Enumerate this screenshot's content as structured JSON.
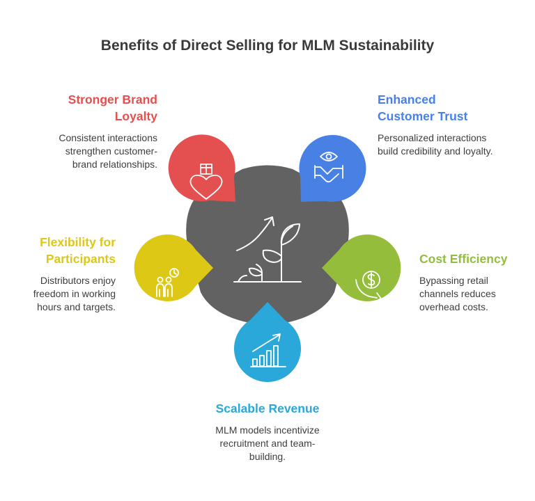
{
  "title": "Benefits of Direct Selling for MLM Sustainability",
  "colors": {
    "hub": "#626262",
    "red": "#e3504f",
    "blue": "#4880e3",
    "yellow": "#dcc815",
    "green": "#93bd3b",
    "cyan": "#29a8d9",
    "text": "#3d3d3d"
  },
  "benefits": [
    {
      "heading": "Stronger Brand Loyalty",
      "description": "Consistent interactions strengthen customer-brand relationships.",
      "icon": "heart-gift-icon",
      "color": "red"
    },
    {
      "heading": "Enhanced Customer Trust",
      "description": "Personalized interactions build credibility and loyalty.",
      "icon": "eye-handshake-icon",
      "color": "blue"
    },
    {
      "heading": "Flexibility for Participants",
      "description": "Distributors enjoy freedom in working hours and targets.",
      "icon": "people-clock-icon",
      "color": "yellow"
    },
    {
      "heading": "Cost Efficiency",
      "description": "Bypassing retail channels reduces overhead costs.",
      "icon": "dollar-down-arrow-icon",
      "color": "green"
    },
    {
      "heading": "Scalable Revenue",
      "description": "MLM models incentivize recruitment and team-building.",
      "icon": "bar-chart-growth-icon",
      "color": "cyan"
    }
  ],
  "center_icon": "plant-growth-icon"
}
